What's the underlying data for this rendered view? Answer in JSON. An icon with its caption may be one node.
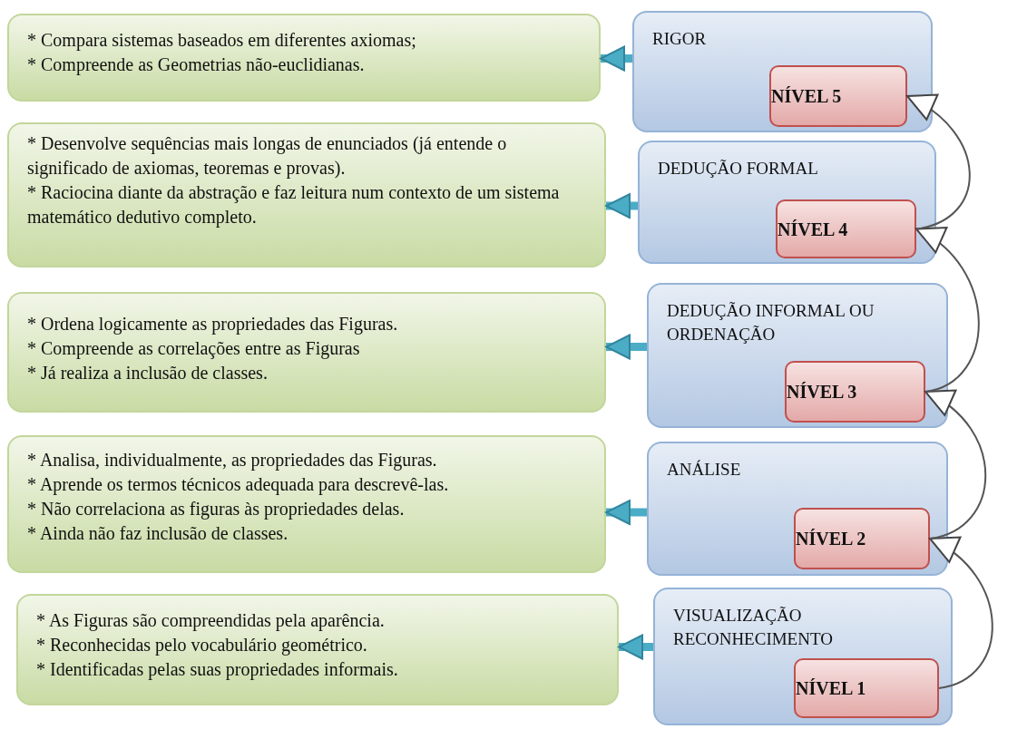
{
  "diagram": {
    "nodes": [
      {
        "text": [
          "* Compara sistemas baseados em diferentes axiomas;",
          "* Compreende as Geometrias não-euclidianas."
        ]
      },
      {
        "text": [
          "RIGOR"
        ]
      },
      {
        "text": [
          "NÍVEL 5"
        ],
        "in": 1
      },
      {
        "text": [
          "* Desenvolve sequências mais longas de enunciados (já entende o significado de axiomas, teoremas e provas).",
          "* Raciocina diante da abstração e faz leitura num contexto de um sistema matemático dedutivo completo."
        ]
      },
      {
        "text": [
          "DEDUÇÃO FORMAL"
        ]
      },
      {
        "text": [
          "NÍVEL 4"
        ],
        "in": 4
      },
      {
        "text": [
          "* Ordena logicamente as propriedades das Figuras.",
          "* Compreende as correlações entre as Figuras",
          "* Já realiza a inclusão de classes."
        ]
      },
      {
        "text": [
          "DEDUÇÃO INFORMAL OU ORDENAÇÃO"
        ]
      },
      {
        "text": [
          "NÍVEL 3"
        ],
        "in": 7
      },
      {
        "text": [
          "* Analisa, individualmente, as propriedades das Figuras.",
          "* Aprende os termos técnicos adequada para descrevê-las.",
          "* Não correlaciona as figuras às propriedades delas.",
          "* Ainda não faz inclusão de classes."
        ]
      },
      {
        "text": [
          "ANÁLISE"
        ]
      },
      {
        "text": [
          "NÍVEL 2"
        ],
        "in": 10
      },
      {
        "text": [
          "* As Figuras são compreendidas pela aparência.",
          "* Reconhecidas pelo vocabulário geométrico.",
          "* Identificadas pelas suas propriedades informais."
        ]
      },
      {
        "text": [
          "VISUALIZAÇÃO RECONHECIMENTO"
        ]
      },
      {
        "text": [
          "NÍVEL 1"
        ],
        "in": 13
      }
    ],
    "edges": [
      {
        "from": 1,
        "to": 0,
        "arrow": "to"
      },
      {
        "from": 4,
        "to": 3,
        "arrow": "to"
      },
      {
        "from": 7,
        "to": 6,
        "arrow": "to"
      },
      {
        "from": 10,
        "to": 9,
        "arrow": "to"
      },
      {
        "from": 13,
        "to": 12,
        "arrow": "to"
      },
      {
        "from": 14,
        "to": 11,
        "arrow": "to",
        "color": "#555555"
      },
      {
        "from": 11,
        "to": 8,
        "arrow": "to",
        "color": "#555555"
      },
      {
        "from": 8,
        "to": 5,
        "arrow": "to",
        "color": "#555555"
      },
      {
        "from": 5,
        "to": 2,
        "arrow": "to",
        "color": "#555555"
      }
    ]
  }
}
